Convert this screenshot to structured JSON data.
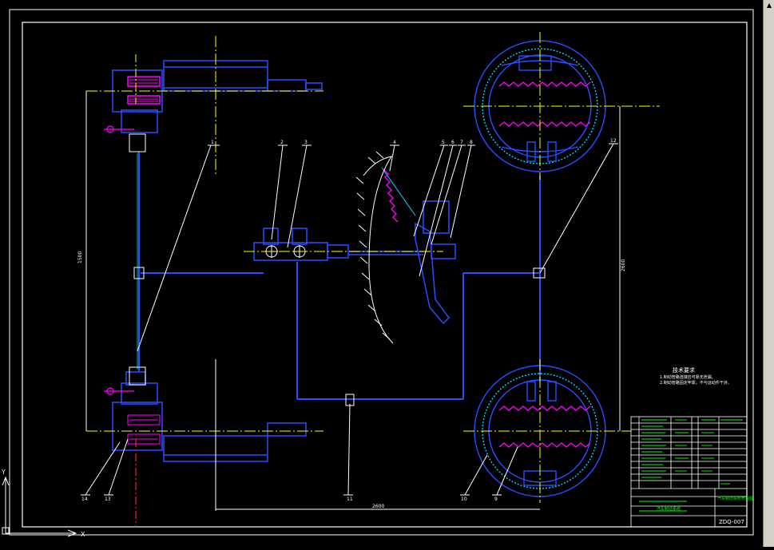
{
  "drawing": {
    "part_numbers": [
      "1",
      "2",
      "3",
      "4",
      "5",
      "6",
      "7",
      "8",
      "9",
      "10",
      "11",
      "12",
      "13",
      "14"
    ],
    "tech_title": "技术要求",
    "tech_notes": [
      "1.制动管路连接应可靠无泄漏。",
      "2.制动管路固定牢靠，不与运动件干涉。"
    ],
    "drawing_code": "ZDQ-007",
    "title_block_name": "汽车制动系统布置图",
    "title_block_sub": "汽车制动系统",
    "dimension_left": "1500",
    "dimension_right": "2600",
    "dimension_bottom": "2600",
    "axis_x": "X",
    "axis_y": "Y"
  },
  "colors": {
    "line_blue": "#2a4dff",
    "line_cyan": "#00d8ff",
    "line_white": "#ffffff",
    "line_yellow": "#ffff00",
    "line_magenta": "#ff00ff",
    "line_red": "#ff2020",
    "line_green": "#00ff00",
    "background": "#000000"
  }
}
